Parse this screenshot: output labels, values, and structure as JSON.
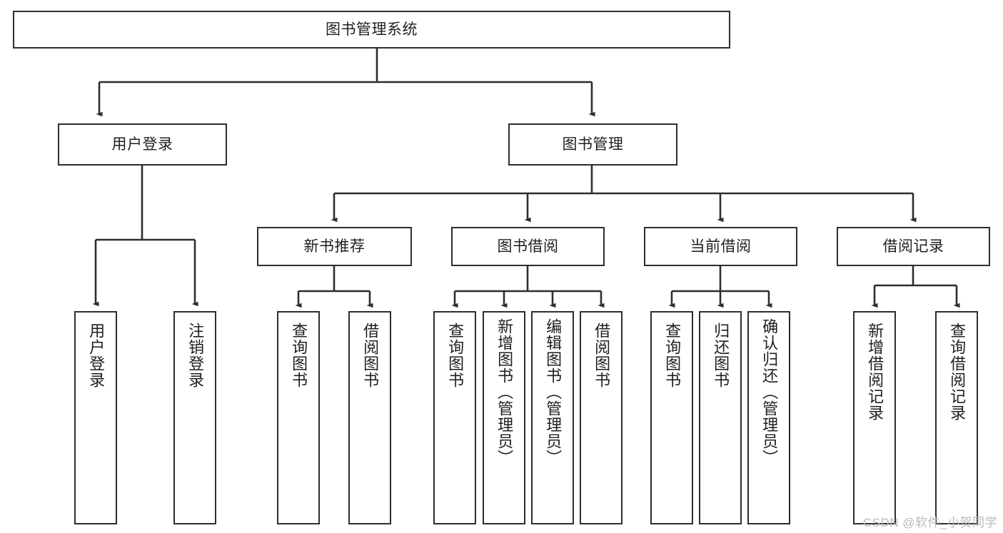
{
  "diagram": {
    "type": "tree-hierarchy-chart",
    "title": "图书管理系统",
    "watermark": "CSDN @软件_小贺同学",
    "colors": {
      "background": "#ffffff",
      "stroke": "#2e2e2e",
      "text": "#1f1f1f",
      "watermark": "#b9b9b9"
    },
    "nodes": {
      "root": {
        "label": "图书管理系统",
        "level": 0,
        "orientation": "horizontal"
      },
      "level1": [
        {
          "id": "user-login",
          "label": "用户登录",
          "orientation": "horizontal"
        },
        {
          "id": "book-management",
          "label": "图书管理",
          "orientation": "horizontal"
        }
      ],
      "level2": [
        {
          "id": "new-book-recommend",
          "label": "新书推荐",
          "orientation": "horizontal",
          "parent": "book-management"
        },
        {
          "id": "book-borrow",
          "label": "图书借阅",
          "orientation": "horizontal",
          "parent": "book-management"
        },
        {
          "id": "current-borrow",
          "label": "当前借阅",
          "orientation": "horizontal",
          "parent": "book-management"
        },
        {
          "id": "borrow-record",
          "label": "借阅记录",
          "orientation": "horizontal",
          "parent": "book-management"
        }
      ],
      "leaves": [
        {
          "id": "leaf-user-login",
          "label": "用户登录",
          "orientation": "vertical",
          "parent": "user-login"
        },
        {
          "id": "leaf-logout",
          "label": "注销登录",
          "orientation": "vertical",
          "parent": "user-login"
        },
        {
          "id": "leaf-query-book-1",
          "label": "查询图书",
          "orientation": "vertical",
          "parent": "new-book-recommend"
        },
        {
          "id": "leaf-borrow-book-1",
          "label": "借阅图书",
          "orientation": "vertical",
          "parent": "new-book-recommend"
        },
        {
          "id": "leaf-query-book-2",
          "label": "查询图书",
          "orientation": "vertical",
          "parent": "book-borrow"
        },
        {
          "id": "leaf-add-book",
          "label": "新增图书（管理员）",
          "orientation": "vertical",
          "parent": "book-borrow"
        },
        {
          "id": "leaf-edit-book",
          "label": "编辑图书（管理员）",
          "orientation": "vertical",
          "parent": "book-borrow"
        },
        {
          "id": "leaf-borrow-book-2",
          "label": "借阅图书",
          "orientation": "vertical",
          "parent": "book-borrow"
        },
        {
          "id": "leaf-query-book-3",
          "label": "查询图书",
          "orientation": "vertical",
          "parent": "current-borrow"
        },
        {
          "id": "leaf-return-book",
          "label": "归还图书",
          "orientation": "vertical",
          "parent": "current-borrow"
        },
        {
          "id": "leaf-confirm-return",
          "label": "确认归还（管理员）",
          "orientation": "vertical",
          "parent": "current-borrow"
        },
        {
          "id": "leaf-add-record",
          "label": "新增借阅记录",
          "orientation": "vertical",
          "parent": "borrow-record"
        },
        {
          "id": "leaf-query-record",
          "label": "查询借阅记录",
          "orientation": "vertical",
          "parent": "borrow-record"
        }
      ]
    }
  }
}
